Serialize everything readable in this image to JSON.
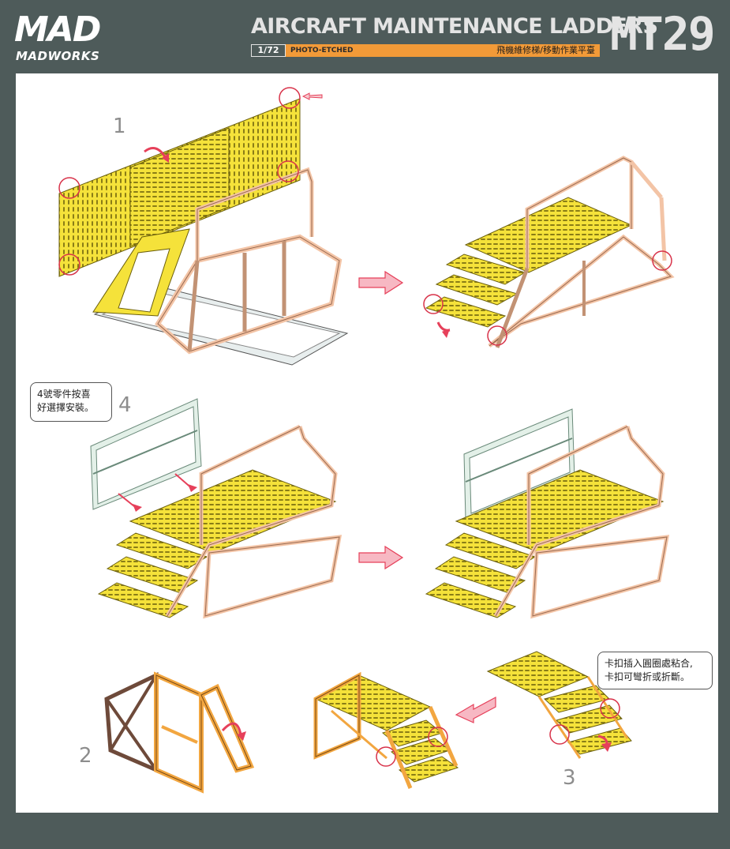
{
  "header": {
    "logo_mark": "MAD",
    "logo_text": "MADWORKS",
    "title": "AIRCRAFT MAINTENANCE LADDERS",
    "scale": "1/72",
    "material": "PHOTO-ETCHED",
    "title_cn": "飛機維修梯/移動作業平臺",
    "product_code": "MT29"
  },
  "steps": {
    "s1": "1",
    "s2": "2",
    "s3": "3",
    "s4": "4"
  },
  "notes": {
    "part4": [
      "4號零件按喜",
      "好選擇安裝。"
    ],
    "clip": [
      "卡扣插入圓圈處粘合,",
      "卡扣可彎折或折斷。"
    ]
  },
  "colors": {
    "background": "#4e5b5a",
    "accent_orange": "#f29a38",
    "part_yellow": "#f5e23a",
    "part_salmon": "#f3c4a6",
    "part_orange": "#f2a640",
    "part_mint": "#e3f0e8",
    "arrow_red": "#e6405a"
  }
}
